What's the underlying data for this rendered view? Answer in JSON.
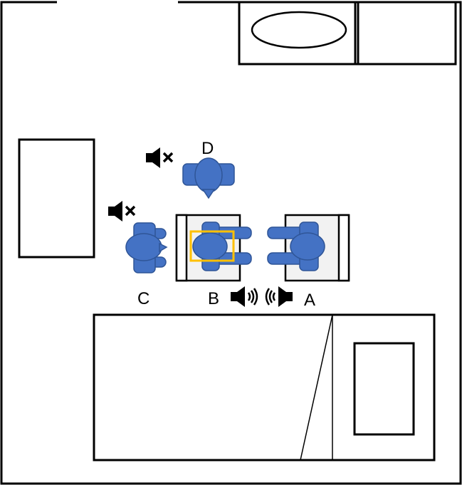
{
  "colors": {
    "person": "#4472c4",
    "person_stroke": "#2f5597",
    "highlight": "#ffc000",
    "line": "#000000",
    "chair_fill": "#f2f2f2",
    "background": "#ffffff"
  },
  "people": {
    "A": {
      "label": "A",
      "speaking": true,
      "icon": "speaker-on-icon"
    },
    "B": {
      "label": "B",
      "speaking": true,
      "icon": "speaker-on-icon",
      "highlighted": true
    },
    "C": {
      "label": "C",
      "speaking": false,
      "icon": "speaker-muted-icon"
    },
    "D": {
      "label": "D",
      "speaking": false,
      "icon": "speaker-muted-icon"
    }
  }
}
